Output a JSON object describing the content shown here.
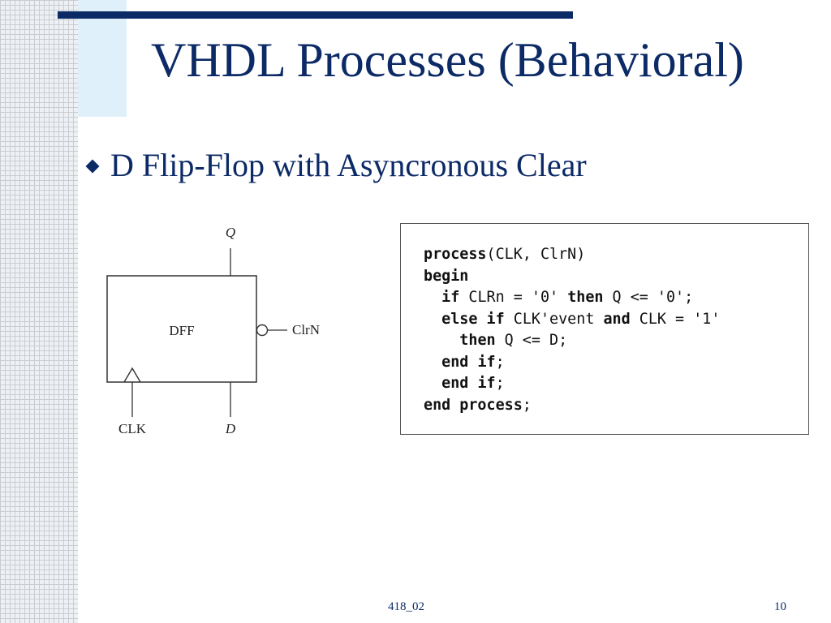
{
  "slide": {
    "title": "VHDL Processes (Behavioral)",
    "bullet": "D Flip-Flop with Asyncronous Clear",
    "footer_center": "418_02",
    "page_number": "10"
  },
  "diagram": {
    "block_label": "DFF",
    "output_label": "Q",
    "clear_label": "ClrN",
    "clock_label": "CLK",
    "data_label": "D"
  },
  "code_lines": [
    [
      {
        "t": "process",
        "b": true
      },
      {
        "t": "(CLK, ClrN)",
        "b": false
      }
    ],
    [
      {
        "t": "begin",
        "b": true
      }
    ],
    [
      {
        "t": "  ",
        "b": false
      },
      {
        "t": "if",
        "b": true
      },
      {
        "t": " CLRn = '0' ",
        "b": false
      },
      {
        "t": "then",
        "b": true
      },
      {
        "t": " Q <= '0';",
        "b": false
      }
    ],
    [
      {
        "t": "  ",
        "b": false
      },
      {
        "t": "else if",
        "b": true
      },
      {
        "t": " CLK'event ",
        "b": false
      },
      {
        "t": "and",
        "b": true
      },
      {
        "t": " CLK = '1'",
        "b": false
      }
    ],
    [
      {
        "t": "    ",
        "b": false
      },
      {
        "t": "then",
        "b": true
      },
      {
        "t": " Q <= D;",
        "b": false
      }
    ],
    [
      {
        "t": "  ",
        "b": false
      },
      {
        "t": "end if",
        "b": true
      },
      {
        "t": ";",
        "b": false
      }
    ],
    [
      {
        "t": "  ",
        "b": false
      },
      {
        "t": "end if",
        "b": true
      },
      {
        "t": ";",
        "b": false
      }
    ],
    [
      {
        "t": "end process",
        "b": true
      },
      {
        "t": ";",
        "b": false
      }
    ]
  ],
  "colors": {
    "title": "#0c2a66",
    "accent_block": "#dff0fb",
    "top_rule": "#0c2a66"
  },
  "icons": {
    "bullet": "diamond-bullet-icon"
  }
}
